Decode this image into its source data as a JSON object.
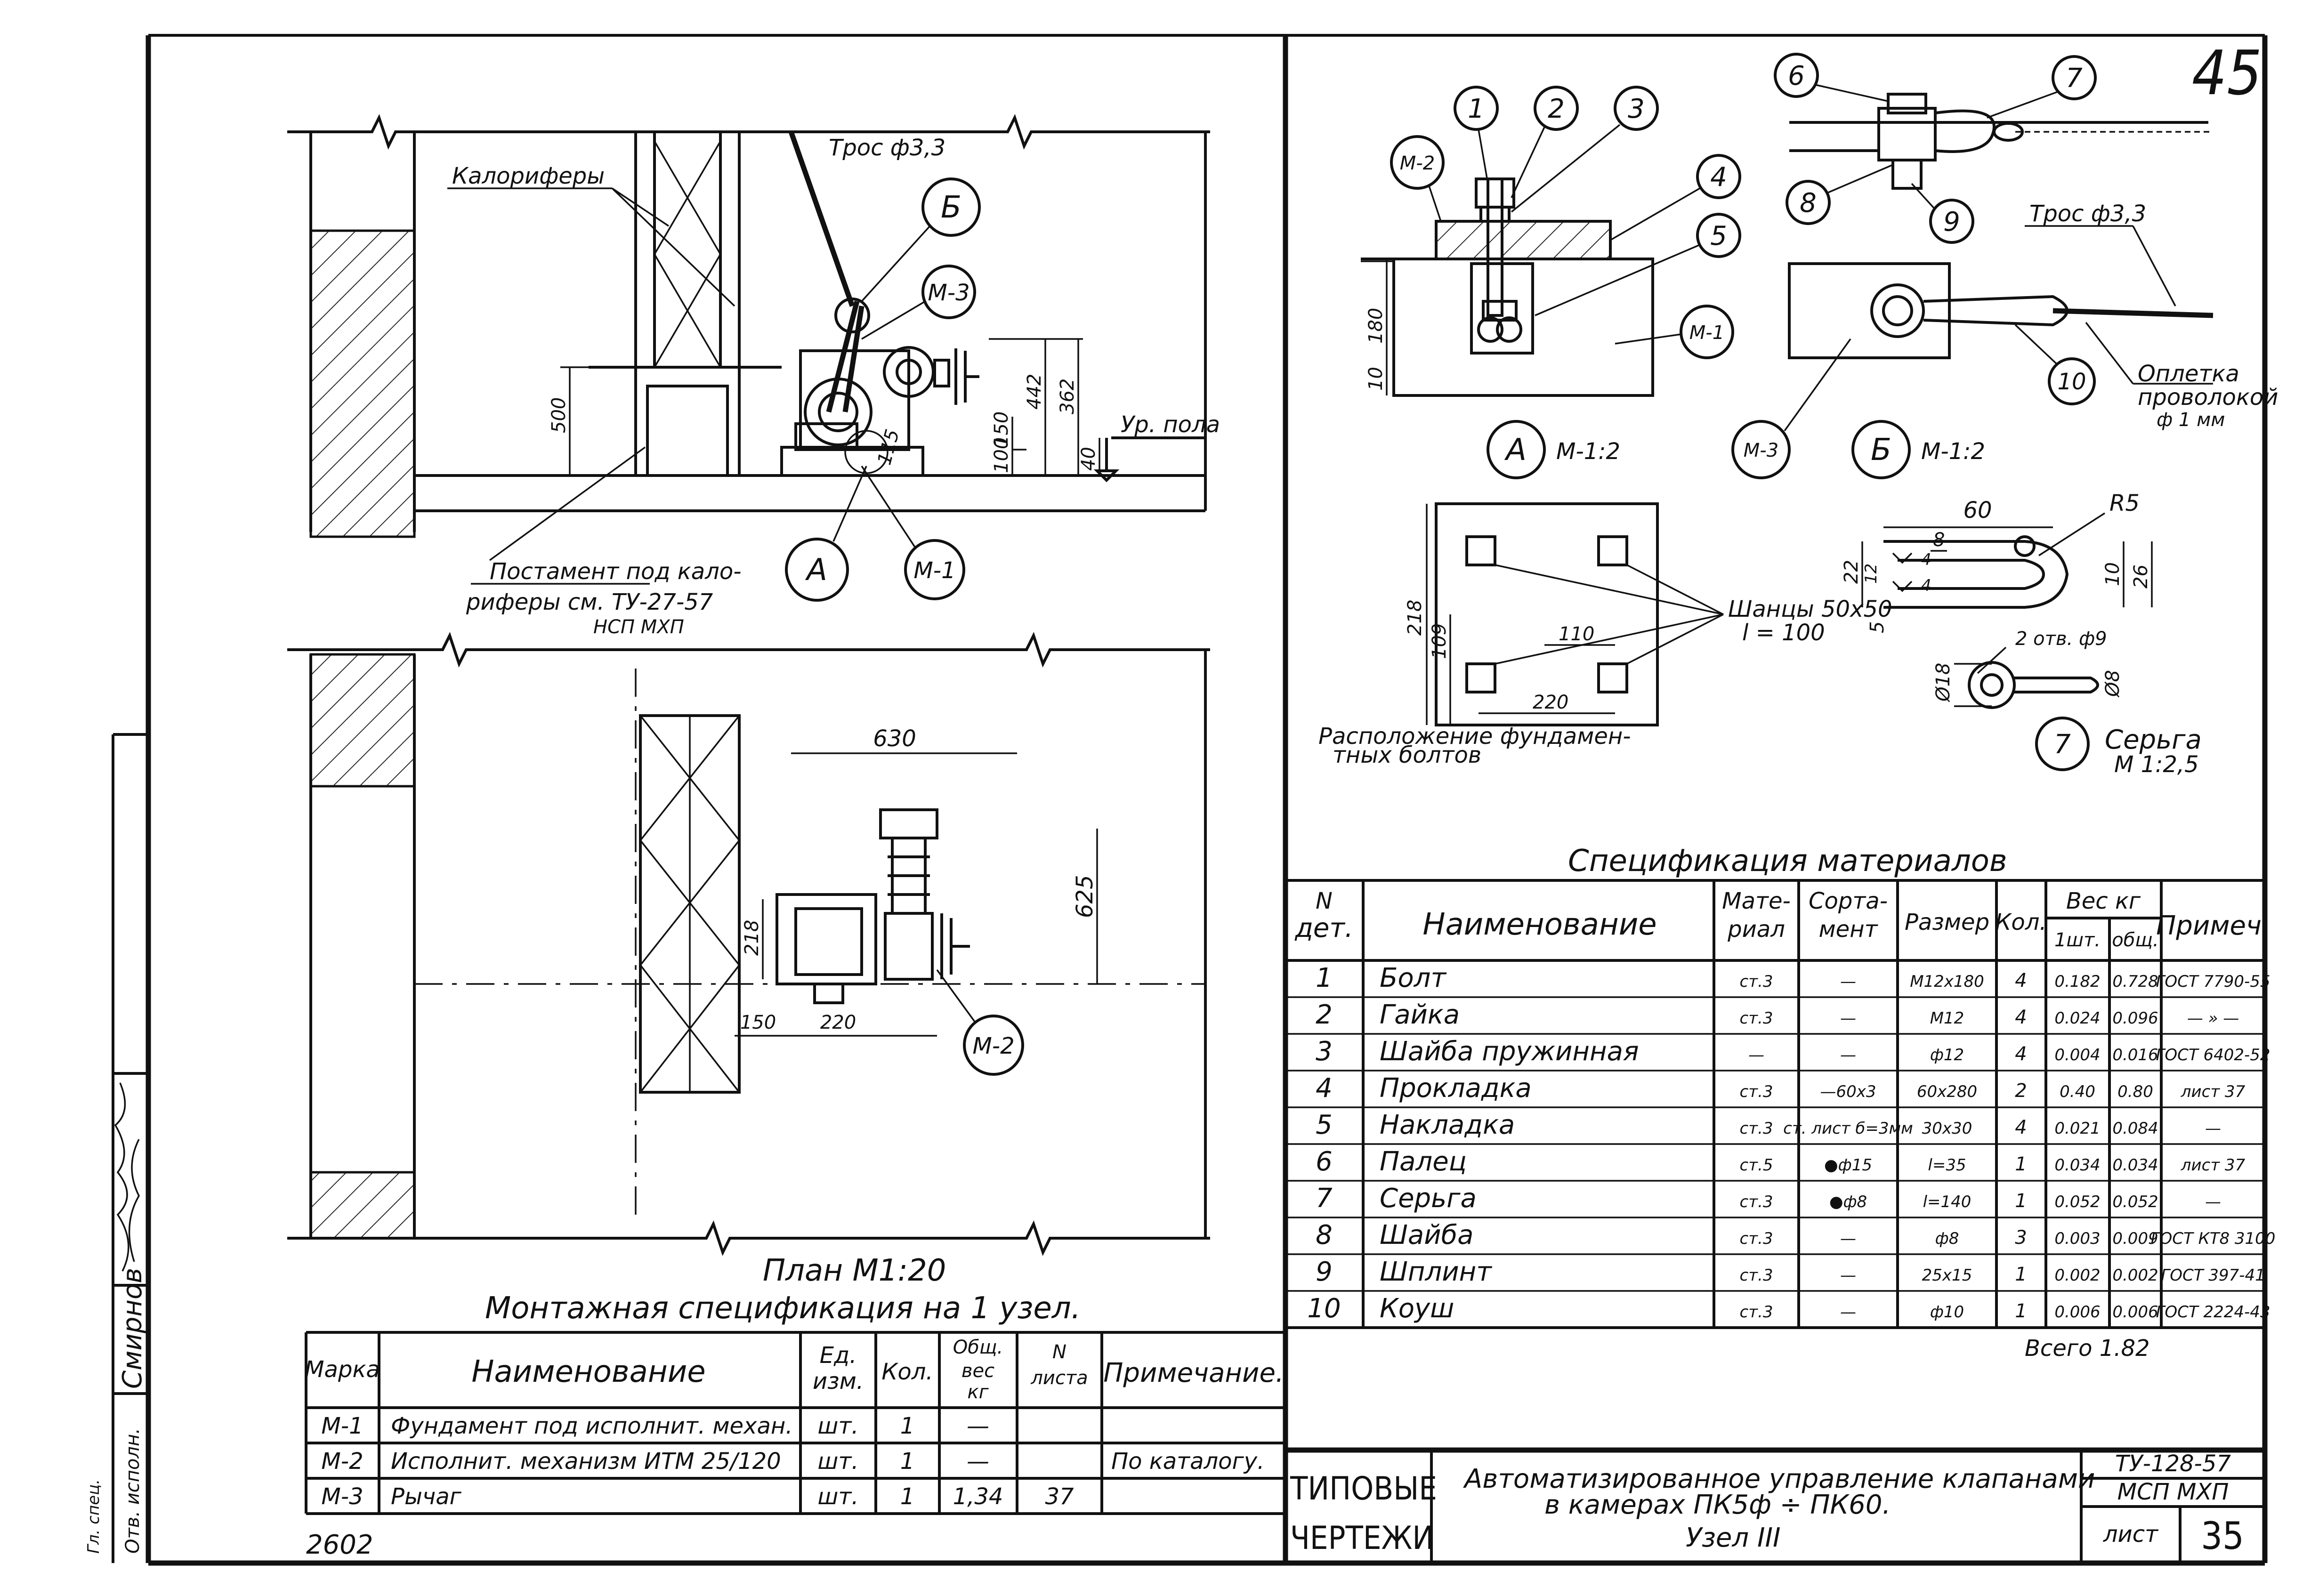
{
  "sheet_number_top": "45",
  "plan_title": "План М1:20",
  "plan_labels": {
    "heaters": "Калориферы",
    "cable": "Трос ф3,3",
    "floor_level": "Ур. пола",
    "pedestal_line1": "Постамент под кало-",
    "pedestal_line2": "риферы см. ТУ-27-57",
    "pedestal_line3": "НСП МХП"
  },
  "callouts": {
    "b": "Б",
    "a": "А",
    "m1": "М-1",
    "m2": "М-2",
    "m3": "М-3",
    "n1": "1",
    "n2": "2",
    "n3": "3",
    "n4": "4",
    "n5": "5",
    "n6": "6",
    "n7": "7",
    "n8": "8",
    "n9": "9",
    "n10": "10"
  },
  "dims": {
    "d500": "500",
    "d442": "442",
    "d362": "362",
    "d150": "150",
    "d100": "100",
    "d40": "40",
    "d115": "115",
    "d630": "630",
    "d625": "625",
    "d218": "218",
    "d150b": "150",
    "d220": "220",
    "d180": "180",
    "d10": "10",
    "d218b": "218",
    "d109": "109",
    "d110": "110",
    "d220b": "220",
    "d60": "60",
    "d8": "8",
    "d22": "22",
    "d12": "12",
    "d10b": "10",
    "d26": "26",
    "d5": "5",
    "d18": "Ø18",
    "d8b": "Ø8",
    "r5": "R5",
    "w4a": "4",
    "w4b": "4"
  },
  "detail_labels": {
    "scale_a": "М-1:2",
    "scale_b": "М-1:2",
    "cable_b": "Трос ф3,3",
    "wire_1": "Оплетка",
    "wire_2": "проволокой",
    "wire_3": "ф 1 мм",
    "anchors_1": "Шанцы 50х50",
    "anchors_2": "l = 100",
    "holes": "2 отв. ф9",
    "bolts_1": "Расположение фундамен-",
    "bolts_2": "тных болтов",
    "earring_1": "Серьга",
    "earring_2": "М 1:2,5"
  },
  "mat_spec": {
    "title": "Спецификация материалов",
    "headers": {
      "num_1": "N",
      "num_2": "дет.",
      "name": "Наименование",
      "mat_1": "Мате-",
      "mat_2": "риал",
      "sort_1": "Сорта-",
      "sort_2": "мент",
      "size": "Размер",
      "qty": "Кол.",
      "weight": "Вес кг",
      "w1": "1шт.",
      "wall": "общ.",
      "note": "Примеч."
    },
    "rows": [
      {
        "n": "1",
        "name": "Болт",
        "mat": "ст.3",
        "sort": "—",
        "size": "М12х180",
        "qty": "4",
        "w1": "0.182",
        "wall": "0.728",
        "note": "ГОСТ 7790-55"
      },
      {
        "n": "2",
        "name": "Гайка",
        "mat": "ст.3",
        "sort": "—",
        "size": "М12",
        "qty": "4",
        "w1": "0.024",
        "wall": "0.096",
        "note": "— » —"
      },
      {
        "n": "3",
        "name": "Шайба пружинная",
        "mat": "—",
        "sort": "—",
        "size": "ф12",
        "qty": "4",
        "w1": "0.004",
        "wall": "0.016",
        "note": "ГОСТ 6402-52"
      },
      {
        "n": "4",
        "name": "Прокладка",
        "mat": "ст.3",
        "sort": "—60х3",
        "size": "60х280",
        "qty": "2",
        "w1": "0.40",
        "wall": "0.80",
        "note": "лист 37"
      },
      {
        "n": "5",
        "name": "Накладка",
        "mat": "ст.3",
        "sort": "ст. лист б=3мм",
        "size": "30х30",
        "qty": "4",
        "w1": "0.021",
        "wall": "0.084",
        "note": "—"
      },
      {
        "n": "6",
        "name": "Палец",
        "mat": "ст.5",
        "sort": "●ф15",
        "size": "l=35",
        "qty": "1",
        "w1": "0.034",
        "wall": "0.034",
        "note": "лист 37"
      },
      {
        "n": "7",
        "name": "Серьга",
        "mat": "ст.3",
        "sort": "●ф8",
        "size": "l=140",
        "qty": "1",
        "w1": "0.052",
        "wall": "0.052",
        "note": "—"
      },
      {
        "n": "8",
        "name": "Шайба",
        "mat": "ст.3",
        "sort": "—",
        "size": "ф8",
        "qty": "3",
        "w1": "0.003",
        "wall": "0.009",
        "note": "ГОСТ КТ8 3100"
      },
      {
        "n": "9",
        "name": "Шплинт",
        "mat": "ст.3",
        "sort": "—",
        "size": "25х15",
        "qty": "1",
        "w1": "0.002",
        "wall": "0.002",
        "note": "ГОСТ 397-41"
      },
      {
        "n": "10",
        "name": "Коуш",
        "mat": "ст.3",
        "sort": "—",
        "size": "ф10",
        "qty": "1",
        "w1": "0.006",
        "wall": "0.006",
        "note": "ГОСТ 2224-43"
      }
    ],
    "total": "Всего 1.82"
  },
  "mount_spec": {
    "title": "Монтажная спецификация на 1 узел.",
    "headers": {
      "mark": "Марка",
      "name": "Наименование",
      "unit_1": "Ед.",
      "unit_2": "изм.",
      "qty": "Кол.",
      "weight_1": "Общ.",
      "weight_2": "вес",
      "weight_3": "кг",
      "sheet_1": "N",
      "sheet_2": "листа",
      "note": "Примечание."
    },
    "rows": [
      {
        "mark": "М-1",
        "name": "Фундамент под исполнит. механ.",
        "unit": "шт.",
        "qty": "1",
        "weight": "—",
        "sheet": "",
        "note": ""
      },
      {
        "mark": "М-2",
        "name": "Исполнит. механизм ИТМ 25/120",
        "unit": "шт.",
        "qty": "1",
        "weight": "—",
        "sheet": "",
        "note": "По каталогу."
      },
      {
        "mark": "М-3",
        "name": "Рычаг",
        "unit": "шт.",
        "qty": "1",
        "weight": "1,34",
        "sheet": "37",
        "note": ""
      }
    ]
  },
  "title_block": {
    "series_1": "ТИПОВЫЕ",
    "series_2": "ЧЕРТЕЖИ",
    "desc_1": "Автоматизированное управление клапанами",
    "desc_2": "в камерах ПК5ф ÷ ПК60.",
    "desc_3": "Узел III",
    "code": "ТУ-128-57",
    "org": "МСП МХП",
    "sheet_label": "лист",
    "sheet": "35"
  },
  "side_stamp": {
    "checked": "Смирнов",
    "role_1": "Гл. спец.",
    "role_2": "Отв. исполн."
  },
  "archive_no": "2602"
}
